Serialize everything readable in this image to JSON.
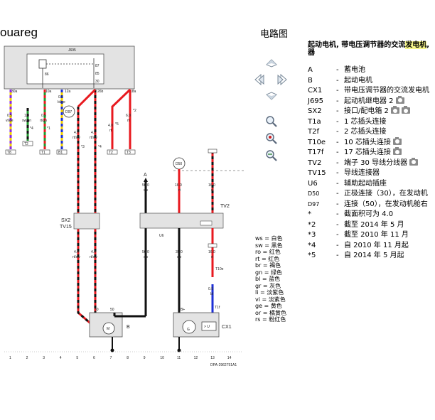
{
  "app_title": "ouareg",
  "page_heading": "电路图",
  "legend": {
    "heading_before": "起动电机, 带电压调节器的交流",
    "heading_highlight": "发电机",
    "heading_after": ",",
    "heading_line2": "器",
    "items": [
      {
        "code": "A",
        "desc": "蓄电池",
        "cams": 0
      },
      {
        "code": "B",
        "desc": "起动电机",
        "cams": 0
      },
      {
        "code": "CX1",
        "desc": "带电压调节器的交流发电机",
        "cams": 0
      },
      {
        "code": "J695",
        "desc": "起动机继电器 2",
        "cams": 1
      },
      {
        "code": "SX2",
        "desc": "接口/配电箱 2",
        "cams": 2
      },
      {
        "code": "T1a",
        "desc": "1 芯插头连接",
        "cams": 0
      },
      {
        "code": "T2f",
        "desc": "2 芯插头连接",
        "cams": 0
      },
      {
        "code": "T10e",
        "desc": "10 芯插头连接",
        "cams": 1
      },
      {
        "code": "T17f",
        "desc": "17 芯插头连接",
        "cams": 1
      },
      {
        "code": "TV2",
        "desc": "端子 30 导线分线器",
        "cams": 1
      },
      {
        "code": "TV15",
        "desc": "导线连接器",
        "cams": 0
      },
      {
        "code": "U6",
        "desc": "辅助起动插座",
        "cams": 0
      },
      {
        "code": "D50",
        "desc": "正极连接（30），在发动机",
        "cams": 0,
        "small": true
      },
      {
        "code": "D97",
        "desc": "连接（50），在发动机舱右",
        "cams": 0,
        "small": true
      },
      {
        "code": "*",
        "desc": "截面积可为 4.0",
        "cams": 0
      },
      {
        "code": "*2",
        "desc": "截至 2014 年 5 月",
        "cams": 0
      },
      {
        "code": "*3",
        "desc": "截至 2010 年 11 月",
        "cams": 0
      },
      {
        "code": "*4",
        "desc": "自 2010 年 11 月起",
        "cams": 0
      },
      {
        "code": "*5",
        "desc": "自 2014 年 5 月起",
        "cams": 0
      }
    ]
  },
  "color_key": [
    "ws = 白色",
    "sw = 黑色",
    "ro = 红色",
    "rt = 红色",
    "br = 褐色",
    "gn = 绿色",
    "bl = 蓝色",
    "gr = 灰色",
    "li = 淡紫色",
    "vi = 淡紫色",
    "ge = 黄色",
    "or = 橘黄色",
    "rs = 粉红色"
  ],
  "diagram": {
    "relay_label": "J695",
    "fuse_labels": [
      "30a",
      "10a",
      "12a",
      "26b",
      "18a"
    ],
    "pin_labels": [
      "87",
      "85",
      "86",
      "30"
    ],
    "left_wires": [
      {
        "size": "0.5",
        "color": "vi/ge"
      },
      {
        "size": "1.0",
        "color": "sw/gn"
      },
      {
        "size": "0.5",
        "color": "rt/gn"
      },
      {
        "size": "0.5",
        "color": "bl/ge"
      },
      {
        "size": "4.0",
        "color": "rt/sw"
      },
      {
        "size": "4.0",
        "color": "rt/sw"
      },
      {
        "size": "4.0",
        "color": "rt"
      },
      {
        "size": "6.0",
        "color": "rt"
      }
    ],
    "bottom_connectors": [
      "T8",
      "T2",
      "T1",
      "B1",
      "T2",
      "T3"
    ],
    "d97": "D97",
    "d50": "D50",
    "foot_marks": [
      "*4",
      "*1",
      "*3",
      "*4",
      "*5",
      "*2"
    ],
    "sx2_label": "SX2",
    "tv15_label": "TV15",
    "mid_wires": [
      {
        "size": "4.0",
        "color": "rt/sw"
      },
      {
        "size": "4.0",
        "color": "rt/sw"
      }
    ],
    "battery_label": "A",
    "battery_wire": {
      "size": "50.0",
      "color": "sw"
    },
    "top_wires": [
      {
        "size": "16.0",
        "color": "rt"
      },
      {
        "size": "16.0",
        "color": "rt"
      }
    ],
    "tv2_label": "TV2",
    "u6_label": "U6",
    "lower_wires": [
      {
        "size": "50.0",
        "color": "sw"
      },
      {
        "size": "35.0",
        "color": "sw"
      },
      {
        "size": "16.0",
        "color": "rt"
      }
    ],
    "t10e_label": "T10e",
    "t10e_wire": {
      "size": "0.5",
      "color": "bl"
    },
    "t1_label": "T1f",
    "starter_label": "B",
    "alternator_label": "CX1",
    "alternator_pin": "B+",
    "u_box": "> U",
    "g_label": "G",
    "m_label": "M",
    "starter_pins": [
      "30",
      "50"
    ],
    "ground_numbers": [
      "1",
      "2",
      "3",
      "4",
      "5",
      "6",
      "7",
      "8",
      "9",
      "10",
      "11",
      "12",
      "13",
      "14"
    ],
    "doc_id": "DPA-2962751A1"
  },
  "colors": {
    "red": "#e8191f",
    "black": "#111111",
    "yellow": "#f2d000",
    "green": "#1f9a2e",
    "blue": "#1d2fd6",
    "violet": "#8a2be2",
    "highlight": "#f6f58a"
  }
}
